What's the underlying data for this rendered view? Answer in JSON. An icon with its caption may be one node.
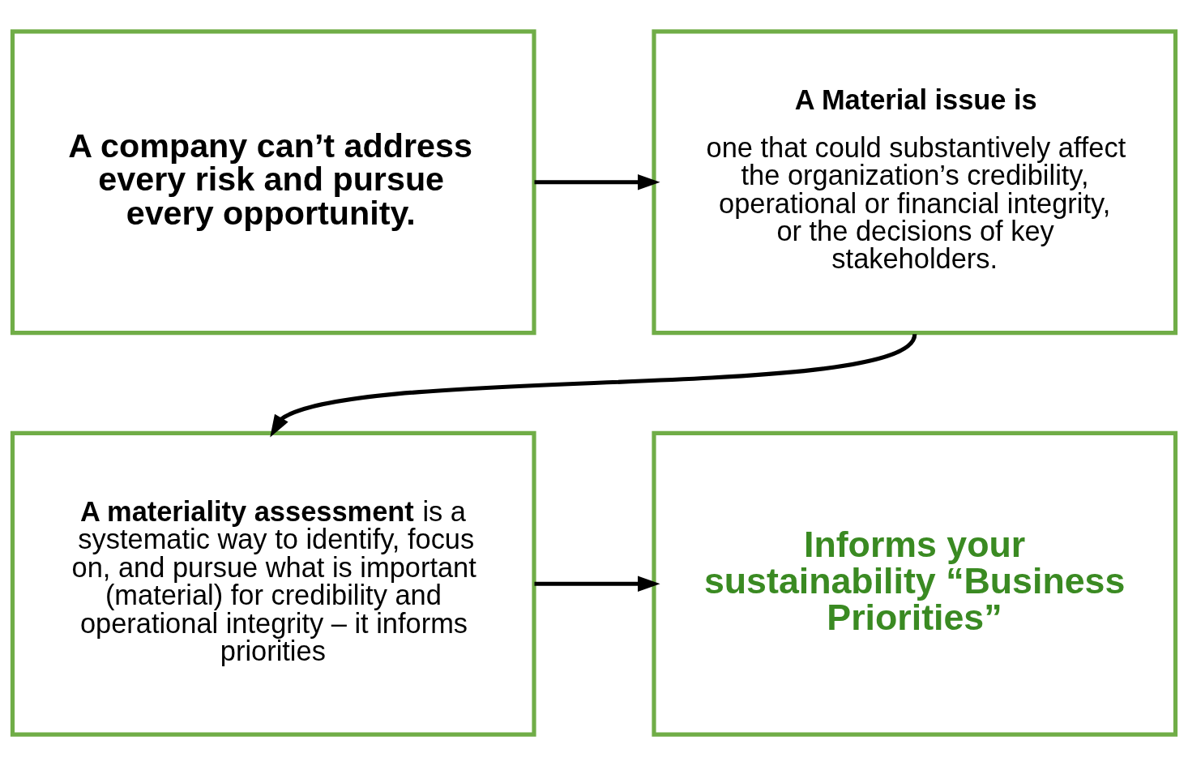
{
  "diagram": {
    "nodes": [
      {
        "text": [
          "A company can’t address every risk and pursue every opportunity."
        ]
      },
      {
        "text": [
          "A Material issue is",
          "one that could substantively affect the organization’s credibility, operational or financial integrity, or the decisions of key stakeholders."
        ]
      },
      {
        "text": [
          "**A materiality assessment** is a systematic way to identify, focus on, and pursue what is important (material) for credibility and operational integrity – it informs priorities"
        ]
      },
      {
        "text": [
          "Informs your sustainability “Business Priorities”"
        ]
      }
    ],
    "edges": [
      {
        "from": 0,
        "to": 1,
        "arrow": "to"
      },
      {
        "from": 1,
        "to": 2,
        "arrow": "to"
      },
      {
        "from": 2,
        "to": 3,
        "arrow": "to"
      }
    ]
  }
}
